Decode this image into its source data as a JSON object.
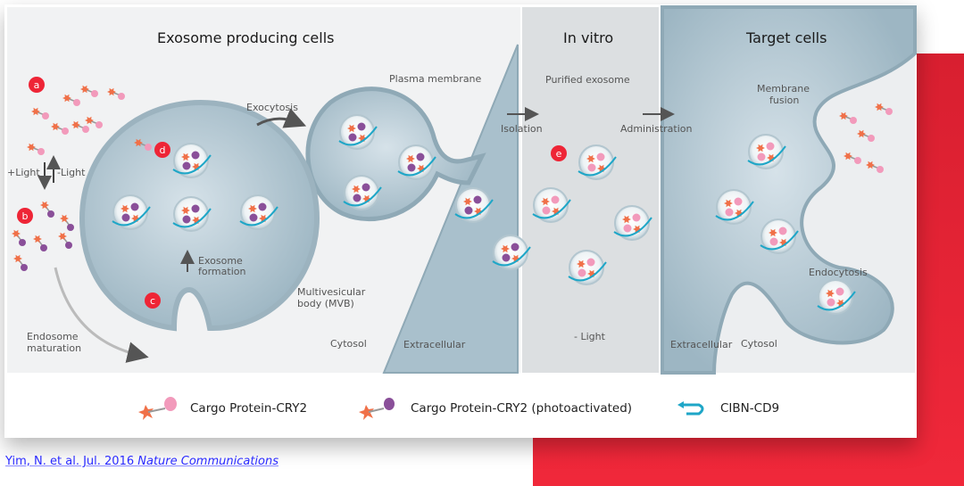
{
  "sections": {
    "producing": "Exosome producing cells",
    "invitro": "In vitro",
    "target": "Target cells"
  },
  "labels": {
    "plasma_membrane": "Plasma membrane",
    "purified_exosome": "Purified exosome",
    "membrane_fusion_1": "Membrane",
    "membrane_fusion_2": "fusion",
    "exocytosis": "Exocytosis",
    "isolation": "Isolation",
    "administration": "Administration",
    "plus_light": "+Light",
    "minus_light": "-Light",
    "exosome_formation_1": "Exosome",
    "exosome_formation_2": "formation",
    "mvb_1": "Multivesicular",
    "mvb_2": "body (MVB)",
    "cytosol_left": "Cytosol",
    "extracellular_left": "Extracellular",
    "no_light": "- Light",
    "endocytosis": "Endocytosis",
    "endosome_1": "Endosome",
    "endosome_2": "maturation",
    "extracellular_right": "Extracellular",
    "cytosol_right": "Cytosol"
  },
  "badges": [
    "a",
    "b",
    "c",
    "d",
    "e"
  ],
  "legend": {
    "items": [
      {
        "label": "Cargo Protein-CRY2",
        "icon": "cargo-protein-cry2-icon"
      },
      {
        "label": "Cargo Protein-CRY2 (photoactivated)",
        "icon": "cargo-protein-cry2-photoactivated-icon"
      },
      {
        "label": "CIBN-CD9",
        "icon": "cibn-cd9-icon"
      }
    ]
  },
  "citation": {
    "text": "Yim, N. et al. Jul. 2016 ",
    "journal": "Nature Communications"
  },
  "colors": {
    "accent_red": "#ee2536",
    "cell_fill": "#a8bfcb",
    "link_blue": "#2a2aff"
  }
}
